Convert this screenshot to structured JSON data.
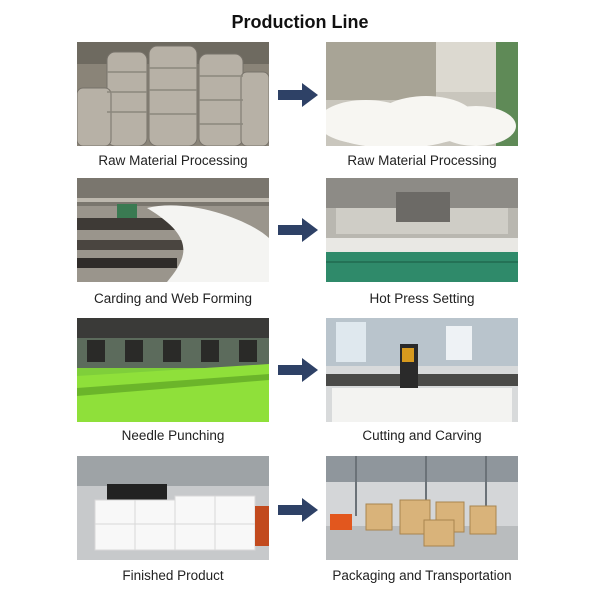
{
  "title": "Production Line",
  "colors": {
    "arrow": "#2e4166"
  },
  "steps": [
    {
      "caption": "Raw Material Processing"
    },
    {
      "caption": "Raw Material Processing"
    },
    {
      "caption": "Carding and Web Forming"
    },
    {
      "caption": "Hot Press Setting"
    },
    {
      "caption": "Needle Punching"
    },
    {
      "caption": "Cutting and Carving"
    },
    {
      "caption": "Finished Product"
    },
    {
      "caption": "Packaging and Transportation"
    }
  ]
}
